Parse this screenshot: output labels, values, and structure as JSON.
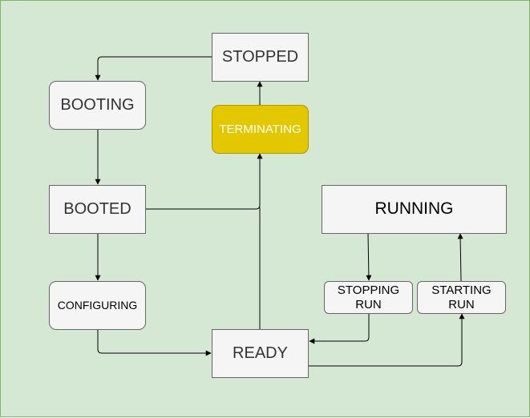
{
  "states": {
    "stopped": "STOPPED",
    "booting": "BOOTING",
    "terminating": "TERMINATING",
    "booted": "BOOTED",
    "running": "RUNNING",
    "configuring": "CONFIGURING",
    "stopping_run": "STOPPING\nRUN",
    "starting_run": "STARTING\nRUN",
    "ready": "READY"
  },
  "colors": {
    "background": "#d5e8d4",
    "border": "#82b366",
    "node_fill": "#f5f5f5",
    "terminating_fill": "#e3c800",
    "edge": "#000000"
  },
  "transitions": [
    {
      "from": "STOPPED",
      "to": "BOOTING"
    },
    {
      "from": "BOOTING",
      "to": "BOOTED"
    },
    {
      "from": "BOOTED",
      "to": "CONFIGURING"
    },
    {
      "from": "BOOTED",
      "to": "TERMINATING"
    },
    {
      "from": "CONFIGURING",
      "to": "READY"
    },
    {
      "from": "READY",
      "to": "TERMINATING"
    },
    {
      "from": "TERMINATING",
      "to": "STOPPED"
    },
    {
      "from": "READY",
      "to": "STARTING RUN"
    },
    {
      "from": "STARTING RUN",
      "to": "RUNNING"
    },
    {
      "from": "RUNNING",
      "to": "STOPPING RUN"
    },
    {
      "from": "STOPPING RUN",
      "to": "READY"
    }
  ]
}
